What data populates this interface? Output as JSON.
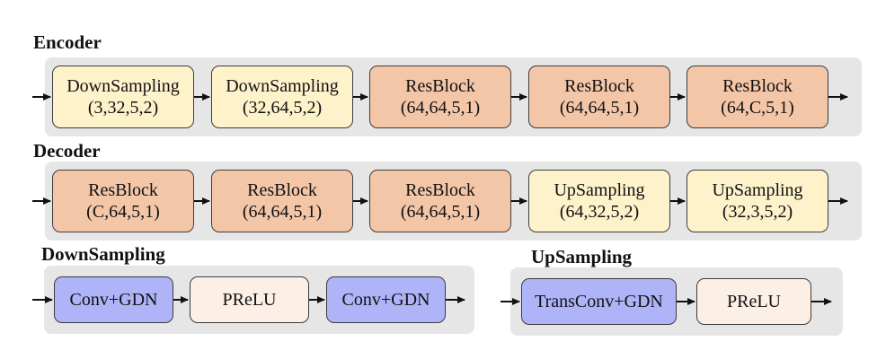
{
  "encoder": {
    "title": "Encoder",
    "blocks": [
      {
        "name": "DownSampling",
        "params": "(3,32,5,2)"
      },
      {
        "name": "DownSampling",
        "params": "(32,64,5,2)"
      },
      {
        "name": "ResBlock",
        "params": "(64,64,5,1)"
      },
      {
        "name": "ResBlock",
        "params": "(64,64,5,1)"
      },
      {
        "name": "ResBlock",
        "params": "(64,C,5,1)"
      }
    ]
  },
  "decoder": {
    "title": "Decoder",
    "blocks": [
      {
        "name": "ResBlock",
        "params": "(C,64,5,1)"
      },
      {
        "name": "ResBlock",
        "params": "(64,64,5,1)"
      },
      {
        "name": "ResBlock",
        "params": "(64,64,5,1)"
      },
      {
        "name": "UpSampling",
        "params": "(64,32,5,2)"
      },
      {
        "name": "UpSampling",
        "params": "(32,3,5,2)"
      }
    ]
  },
  "downsampling": {
    "title": "DownSampling",
    "blocks": [
      "Conv+GDN",
      "PReLU",
      "Conv+GDN"
    ]
  },
  "upsampling": {
    "title": "UpSampling",
    "blocks": [
      "TransConv+GDN",
      "PReLU"
    ]
  },
  "colors": {
    "panel": "#e6e6e6",
    "sampling_block": "#fef2cb",
    "resblock": "#f4c6a8",
    "conv_block": "#aeb4f7",
    "prelu_block": "#fcefe6",
    "arrow": "#111111"
  }
}
